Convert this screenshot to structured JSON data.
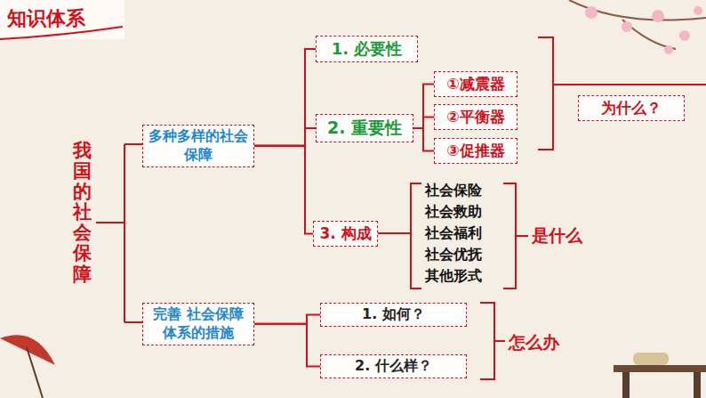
{
  "diagram": {
    "title": "知识体系",
    "nodes": [
      {
        "text": [
          "多种多样的社会保障"
        ]
      },
      {
        "text": [
          "1. 必要性"
        ]
      },
      {
        "text": [
          "2. 重要性"
        ]
      },
      {
        "text": [
          "①减震器"
        ]
      },
      {
        "text": [
          "②平衡器"
        ]
      },
      {
        "text": [
          "③促推器"
        ]
      },
      {
        "text": [
          "为什么？"
        ]
      },
      {
        "text": [
          "3. 构成"
        ]
      },
      {
        "text": [
          "完善 社会保障体系的措施"
        ]
      },
      {
        "text": [
          "1. 如何？"
        ]
      },
      {
        "text": [
          "2. 什么样？"
        ]
      }
    ],
    "edges": [
      {
        "from": 0,
        "to": 1,
        "arrow": "none"
      },
      {
        "from": 0,
        "to": 2,
        "arrow": "none"
      },
      {
        "from": 0,
        "to": 7,
        "arrow": "none"
      },
      {
        "from": 2,
        "to": 3,
        "arrow": "none"
      },
      {
        "from": 2,
        "to": 4,
        "arrow": "none"
      },
      {
        "from": 2,
        "to": 5,
        "arrow": "none"
      },
      {
        "from": 8,
        "to": 9,
        "arrow": "none"
      },
      {
        "from": 8,
        "to": 10,
        "arrow": "none"
      }
    ],
    "labels": [
      "我国的社会保障",
      "社会保险",
      "社会救助",
      "社会福利",
      "社会优抚",
      "其他形式",
      "是什么",
      "怎么办"
    ]
  }
}
